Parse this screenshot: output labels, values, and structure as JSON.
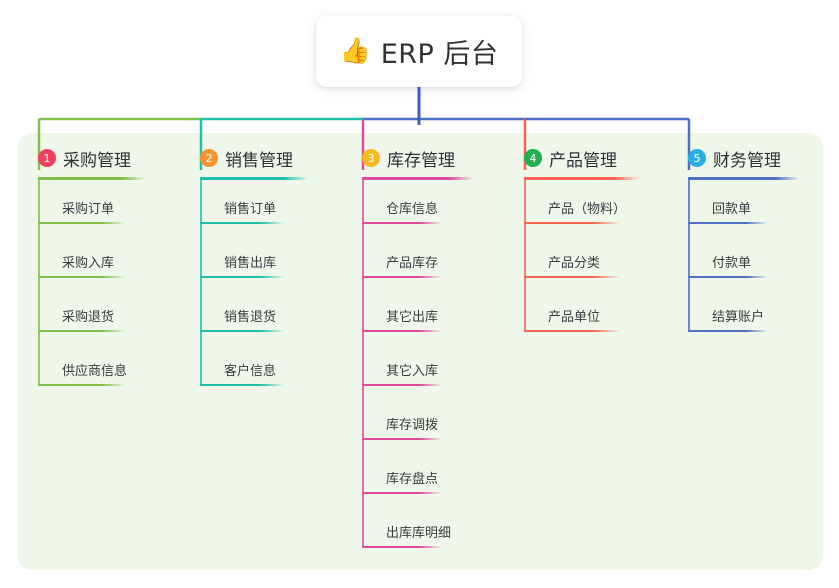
{
  "diagram": {
    "type": "mind-map",
    "root": {
      "icon": "thumbs-up-icon",
      "emoji": "👍",
      "title": "ERP 后台"
    },
    "panel_color": "#eef7e9",
    "root_stem_color": "#3f5bc4",
    "columns": [
      {
        "index": "1",
        "title": "采购管理",
        "badge_color": "#ef4060",
        "line_color": "#7ec04a",
        "items": [
          {
            "label": "采购订单"
          },
          {
            "label": "采购入库"
          },
          {
            "label": "采购退货"
          },
          {
            "label": "供应商信息"
          }
        ]
      },
      {
        "index": "2",
        "title": "销售管理",
        "badge_color": "#f5942f",
        "line_color": "#1ec0ad",
        "items": [
          {
            "label": "销售订单"
          },
          {
            "label": "销售出库"
          },
          {
            "label": "销售退货"
          },
          {
            "label": "客户信息"
          }
        ]
      },
      {
        "index": "3",
        "title": "库存管理",
        "badge_color": "#f5b921",
        "line_color": "#e0489f",
        "items": [
          {
            "label": "仓库信息"
          },
          {
            "label": "产品库存"
          },
          {
            "label": "其它出库"
          },
          {
            "label": "其它入库"
          },
          {
            "label": "库存调拨"
          },
          {
            "label": "库存盘点"
          },
          {
            "label": "出库库明细"
          }
        ]
      },
      {
        "index": "4",
        "title": "产品管理",
        "badge_color": "#21b04b",
        "line_color": "#f4644f",
        "items": [
          {
            "label": "产品（物料）"
          },
          {
            "label": "产品分类"
          },
          {
            "label": "产品单位"
          }
        ]
      },
      {
        "index": "5",
        "title": "财务管理",
        "badge_color": "#29aee4",
        "line_color": "#4d6fc4",
        "items": [
          {
            "label": "回款单"
          },
          {
            "label": "付款单"
          },
          {
            "label": "结算账户"
          }
        ]
      }
    ]
  }
}
